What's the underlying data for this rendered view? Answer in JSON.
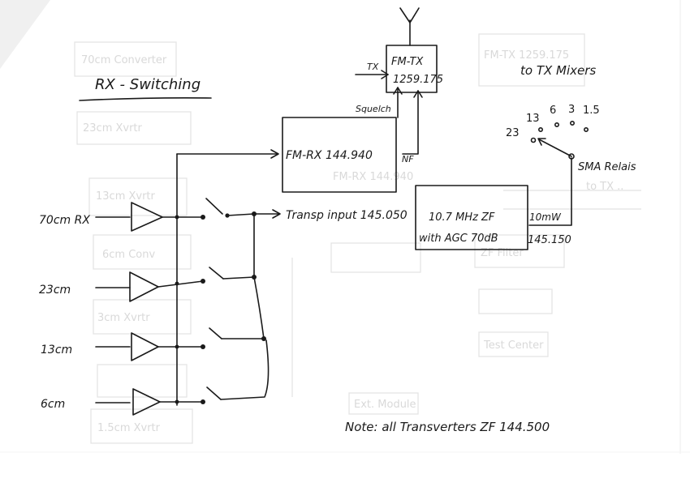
{
  "title": "RX - Switching",
  "inputs": [
    "70cm RX",
    "23cm",
    "13cm",
    "6cm"
  ],
  "blocks": {
    "fm_tx": {
      "line1": "FM-TX",
      "line2": "1259.175"
    },
    "fm_rx": {
      "label": "FM-RX 144.940"
    },
    "if_box": {
      "line1": "10.7 MHz ZF",
      "line2": "with AGC 70dB"
    }
  },
  "labels": {
    "tx": "TX",
    "squelch": "Squelch",
    "nf": "NF",
    "transp_input": "Transp input 145.050",
    "level": "10mW",
    "output_freq": "145.150",
    "to_tx_mixers": "to TX Mixers",
    "sma_relais": "SMA Relais",
    "relay_positions": [
      "23",
      "13",
      "6",
      "3",
      "1.5"
    ],
    "note": "Note: all Transverters ZF 144.500"
  },
  "ghost_text": {
    "texts": [
      "70cm Converter",
      "23cm Xvrtr",
      "13cm Xvrtr",
      "6cm Conv",
      "3cm Xvrtr",
      "1.5cm Xvrtr",
      "FM-TX 1259.175",
      "to TX ..",
      "FM-RX 144.940",
      "Test Center",
      "Ext. Module",
      "ZF Filter"
    ]
  }
}
